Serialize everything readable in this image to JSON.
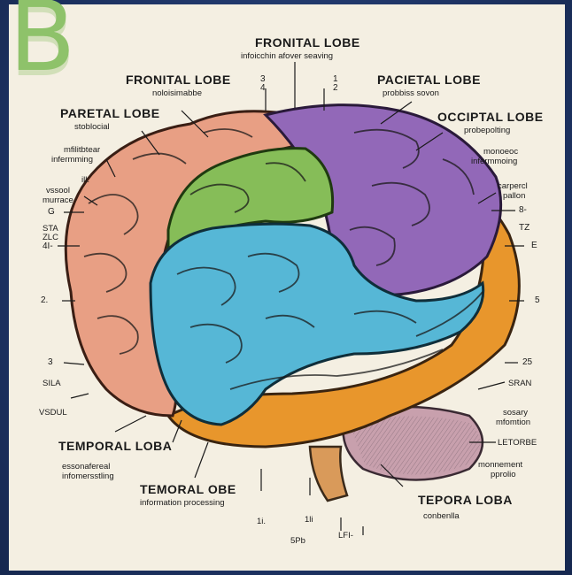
{
  "panel_letter": "B",
  "colors": {
    "accent_green": "#8ec26a",
    "frame_blue": "#1e3465",
    "paper": "#f4efe2",
    "frontal_lobe": "#e89f84",
    "parietal_lobe": "#9268b8",
    "green_region": "#86bd58",
    "temporal_blue": "#56b7d6",
    "orange_lobe": "#e8962c",
    "cerebellum": "#c8a0ad"
  },
  "labels": {
    "top_title": "FRONITAL LOBE",
    "top_sub": "infoicchin afover seaving",
    "top_num_a": "3",
    "top_num_b": "4",
    "top_num_c": "1",
    "top_num_d": "2",
    "frontal_title": "FRONITAL LOBE",
    "frontal_sub": "noloisimabbe",
    "pacietal_title": "PACIETAL LOBE",
    "pacietal_sub": "probbiss sovon",
    "paretal_title": "PARETAL LOBE",
    "paretal_sub": "stoblocial",
    "occipital_title": "OCCIPTAL LOBE",
    "occipital_sub": "probepolting",
    "left_mfi_1": "mfilitbtear",
    "left_mfi_2": "infermming",
    "left_ill": "ill.",
    "left_vss_1": "vssool",
    "left_vss_2": "murrace",
    "left_g": "G",
    "left_sta": "STA",
    "left_zlc": "ZLC",
    "left_4": "4I-",
    "left_2": "2.",
    "left_3": "3",
    "left_sila": "SILA",
    "left_vsdul": "VSDUL",
    "right_mon_1": "monoeoc",
    "right_mon_2": "infermmoing",
    "right_carp_1": "carpercl",
    "right_carp_2": "pallon",
    "right_8": "8-",
    "right_tz": "TZ",
    "right_e": "E",
    "right_5": "5",
    "right_25": "25",
    "right_sran": "SRAN",
    "right_sos_1": "sosary",
    "right_sos_2": "mfomtion",
    "right_letorbe": "LETORBE",
    "right_mono_1": "monnement",
    "right_mono_2": "pprolio",
    "temporal_loba_title": "TEMPORAL LOBA",
    "temporal_loba_sub_1": "essonafereal",
    "temporal_loba_sub_2": "infomersstling",
    "temoral_title": "TEMORAL OBE",
    "temoral_sub": "information processing",
    "tepora_title": "TEPORA LOBA",
    "tepora_sub": "conbenlla",
    "bottom_1": "1i.",
    "bottom_2": "1li",
    "bottom_3": "5Pb",
    "bottom_4": "LFI-"
  }
}
